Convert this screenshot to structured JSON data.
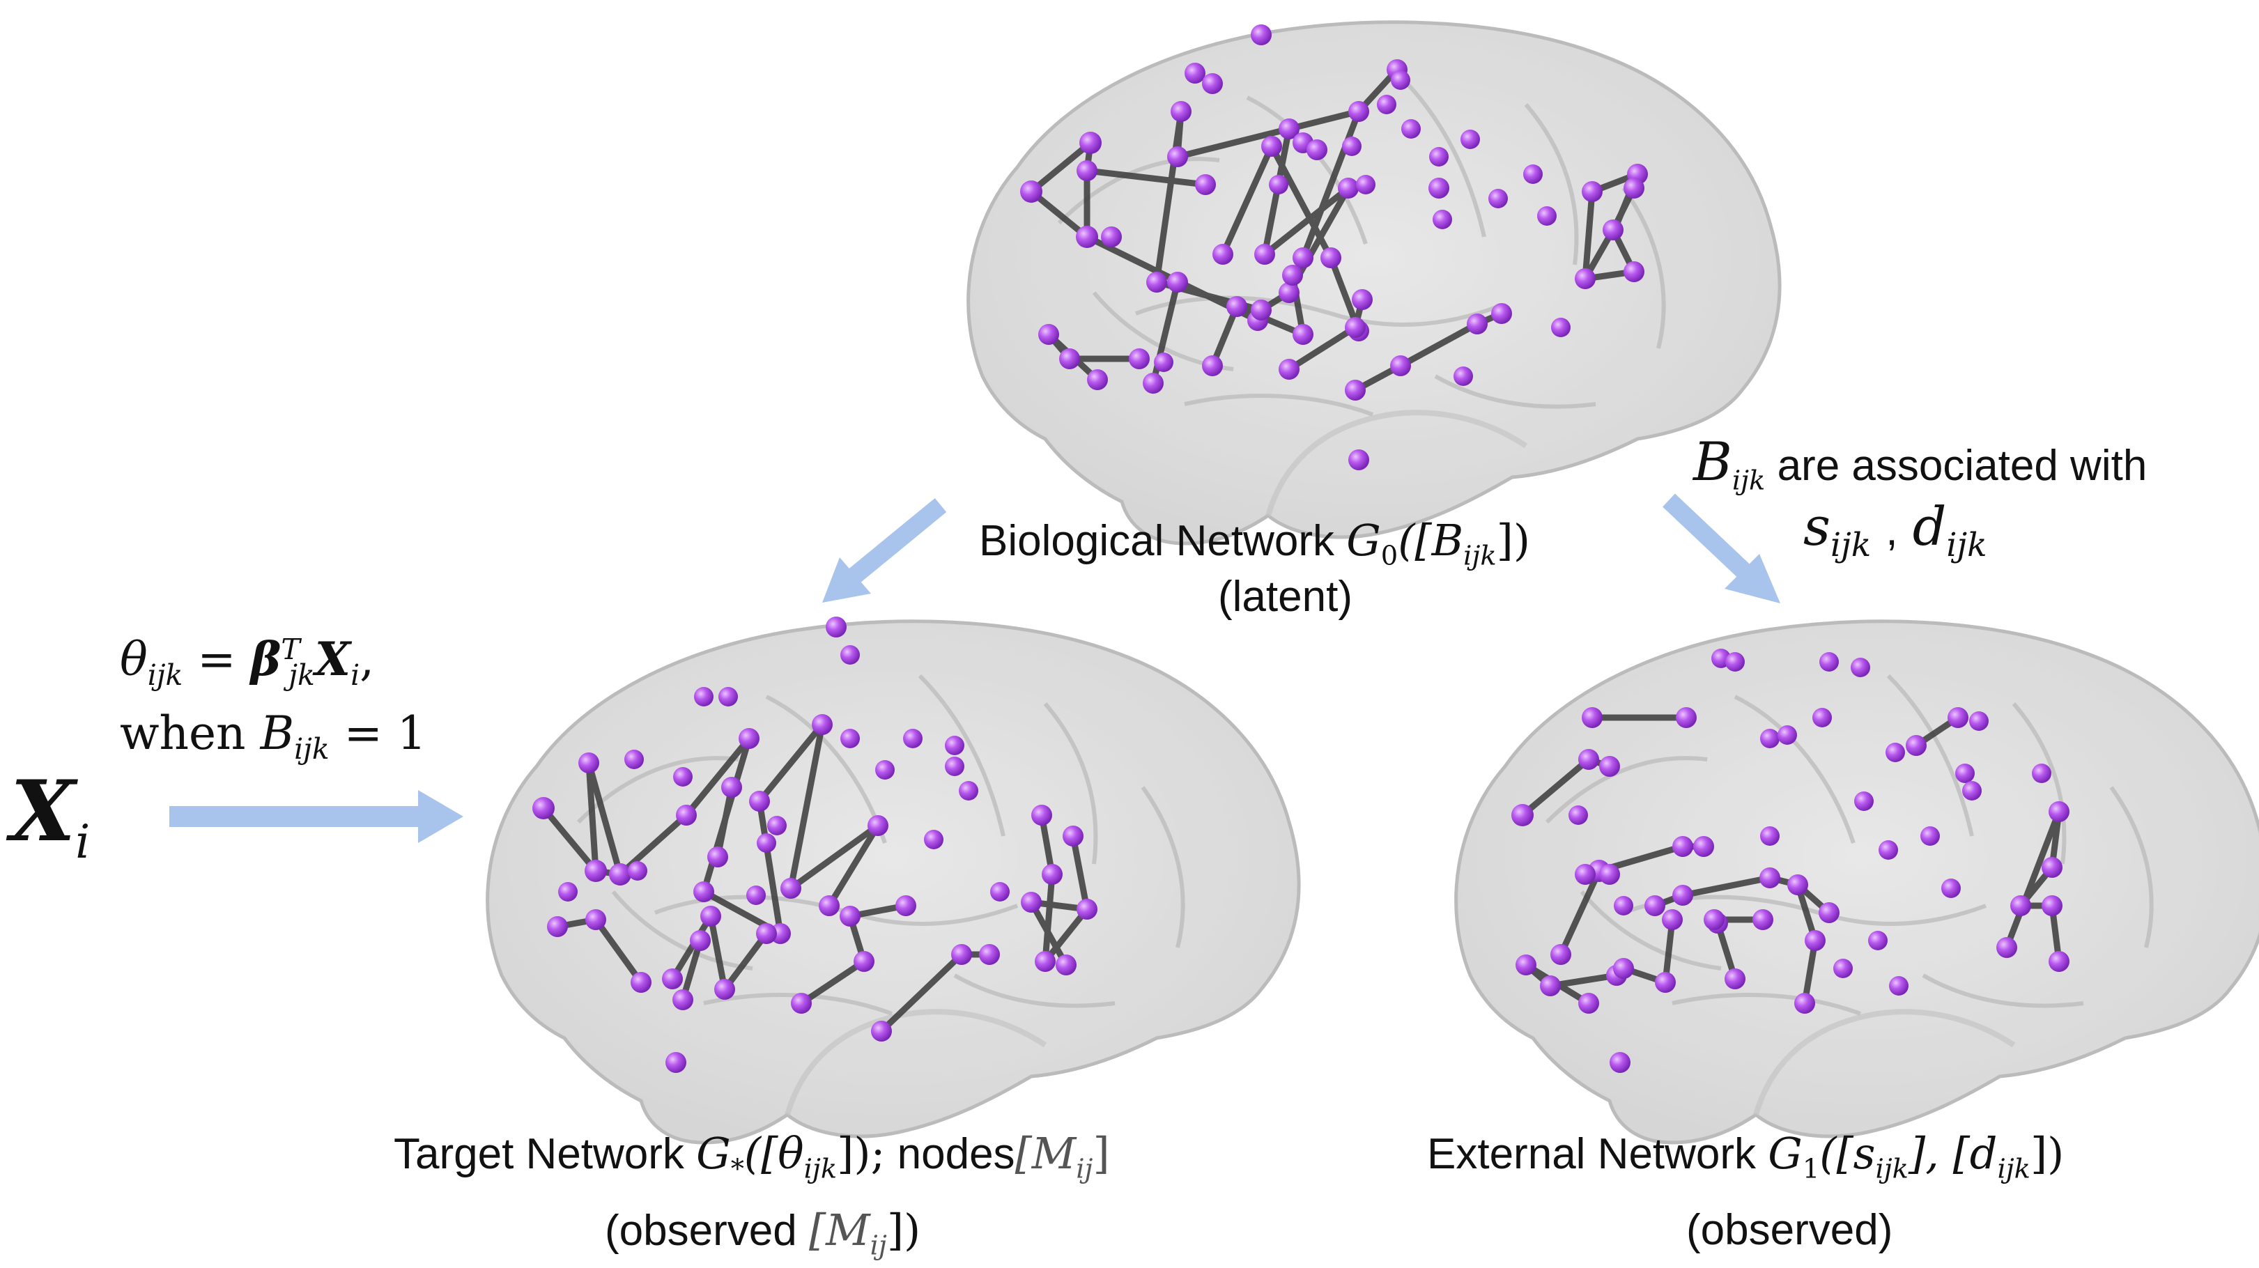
{
  "biological": {
    "name": "Biological Network",
    "symbol": "G",
    "subscript": "0",
    "arg": "([B",
    "arg_sub": "ijk",
    "arg_close": "])",
    "status": "(latent)"
  },
  "target": {
    "name": "Target Network",
    "symbol": "G",
    "subscript": "*",
    "arg": "([θ",
    "arg_sub": "ijk",
    "arg_close": "]);",
    "nodes_label": "nodes",
    "nodes_math": "[M",
    "nodes_sub": "ij",
    "nodes_close": "]",
    "status_open": "(observed",
    "status_math": "[M",
    "status_sub": "ij",
    "status_close": "])"
  },
  "external": {
    "name": "External Network",
    "symbol": "G",
    "subscript": "1",
    "arg1": "([s",
    "arg1_sub": "ijk",
    "arg_mid": "], [d",
    "arg2_sub": "ijk",
    "arg_close": "])",
    "status": "(observed)"
  },
  "association": {
    "b_symbol": "B",
    "b_sub": "ijk",
    "text": "are associated with",
    "s_symbol": "s",
    "s_sub": "ijk",
    "sep": ",",
    "d_symbol": "d",
    "d_sub": "ijk"
  },
  "model": {
    "theta": "θ",
    "theta_sub": "ijk",
    "eq": "=",
    "beta": "β",
    "beta_sub": "jk",
    "beta_sup": "T",
    "x": "X",
    "x_sub": "i",
    "comma": ",",
    "when": "when",
    "b": "B",
    "b_sub": "ijk",
    "eq2": "=",
    "one": "1"
  },
  "input": {
    "x": "X",
    "x_sub": "i"
  },
  "colors": {
    "arrow": "#a9c4ec",
    "node": "#b04ee8",
    "node_highlight": "#e6b8ff",
    "edge": "#3a3a3a",
    "brain_fill": "#d9d9d9",
    "brain_stroke": "#b5b5b5"
  }
}
